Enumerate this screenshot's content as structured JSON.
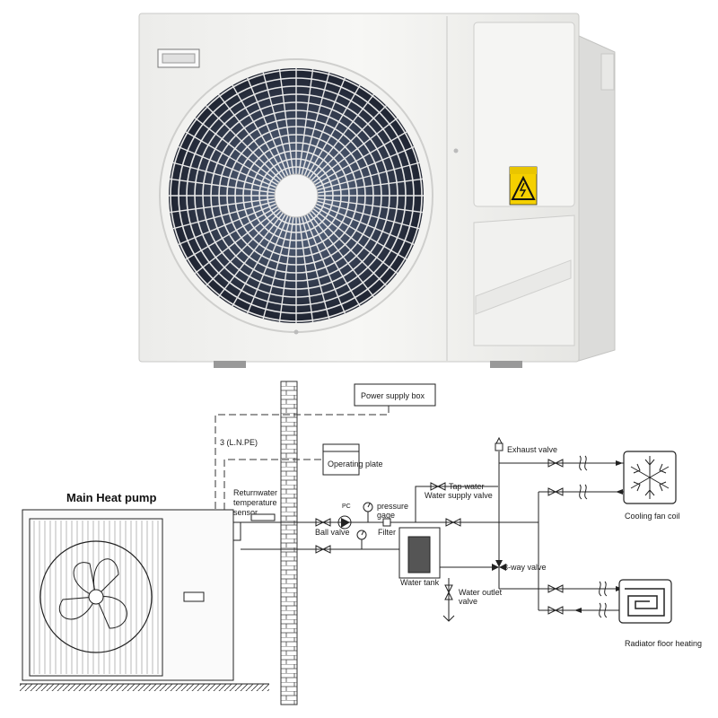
{
  "labels": {
    "main_heat_pump": "Main Heat pump",
    "power_supply_box": "Power supply box",
    "three_lnpe": "3 (L.N.PE)",
    "operating_plate": "Operating plate",
    "returnwater_sensor_1": "Returnwater",
    "returnwater_sensor_2": "temperature",
    "returnwater_sensor_3": "sensor",
    "pc": "PC",
    "pressure_gage_1": "pressure",
    "pressure_gage_2": "gage",
    "ball_valve": "Ball valve",
    "filter": "Filter",
    "tap_water_1": "Tap-water",
    "tap_water_2": "Water supply valve",
    "exhaust_valve": "Exhaust valve",
    "water_tank": "Water tank",
    "three_way_valve": "3-way valve",
    "water_outlet_valve_1": "Water outlet",
    "water_outlet_valve_2": "valve",
    "cooling_fan_coil": "Cooling fan coil",
    "radiator_floor_heating": "Radiator floor heating"
  },
  "colors": {
    "unit_body": "#f3f3f1",
    "fan_grille": "#2a2f3a",
    "warning_label": "#f5d000",
    "line": "#222222",
    "wall_brick": "#d9d9d9"
  },
  "icons": [
    "warning-icon",
    "fan-icon",
    "snowflake-icon",
    "coil-icon",
    "valve-icon",
    "pump-icon",
    "gauge-icon"
  ]
}
